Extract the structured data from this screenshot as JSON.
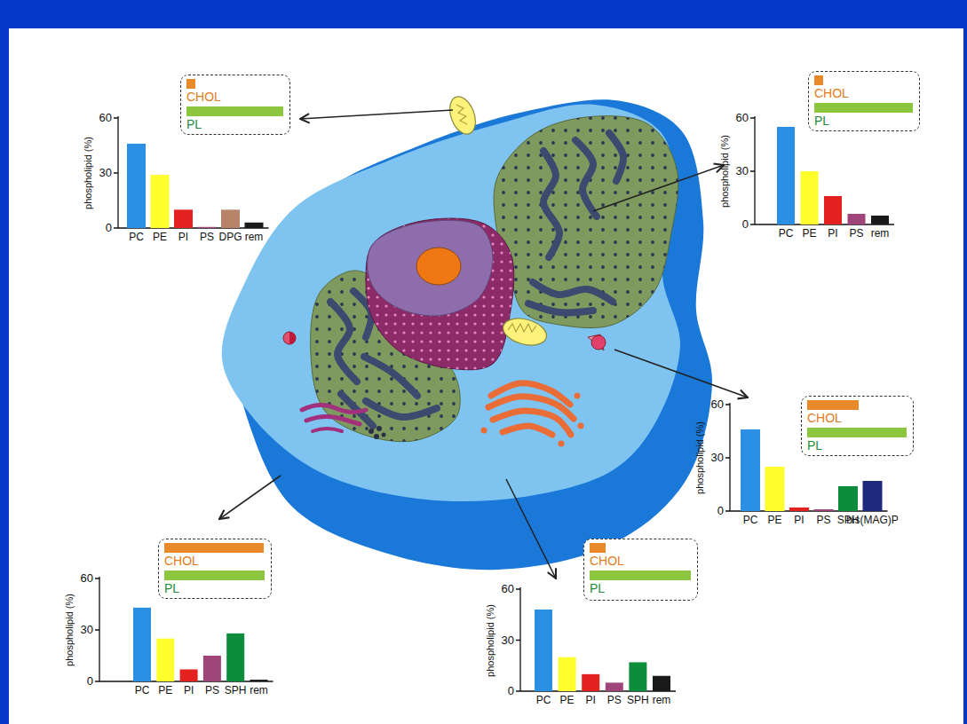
{
  "diagram": {
    "nodes": [
      {
        "text": [
          "CHOL",
          "PL"
        ]
      },
      {
        "text": [
          "CHOL",
          "PL"
        ]
      },
      {
        "text": [
          "CHOL",
          "PL"
        ]
      },
      {
        "text": [
          "CHOL",
          "PL"
        ]
      },
      {
        "text": [
          "CHOL",
          "PL"
        ]
      }
    ],
    "labels": [
      "phospholipid (%)",
      "60",
      "30",
      "0",
      "PC",
      "PE",
      "PI",
      "PS",
      "DPG",
      "rem",
      "phospholipid (%)",
      "60",
      "30",
      "0",
      "PC",
      "PE",
      "PI",
      "PS",
      "rem",
      "phospholipid (%)",
      "60",
      "30",
      "0",
      "PC",
      "PE",
      "PI",
      "PS",
      "SPH",
      "bis(MAG)P",
      "phospholipid (%)",
      "60",
      "30",
      "0",
      "PC",
      "PE",
      "PI",
      "PS",
      "SPH",
      "rem",
      "phospholipid (%)",
      "60",
      "30",
      "0",
      "PC",
      "PE",
      "PI",
      "PS",
      "SPH",
      "rem"
    ]
  }
}
